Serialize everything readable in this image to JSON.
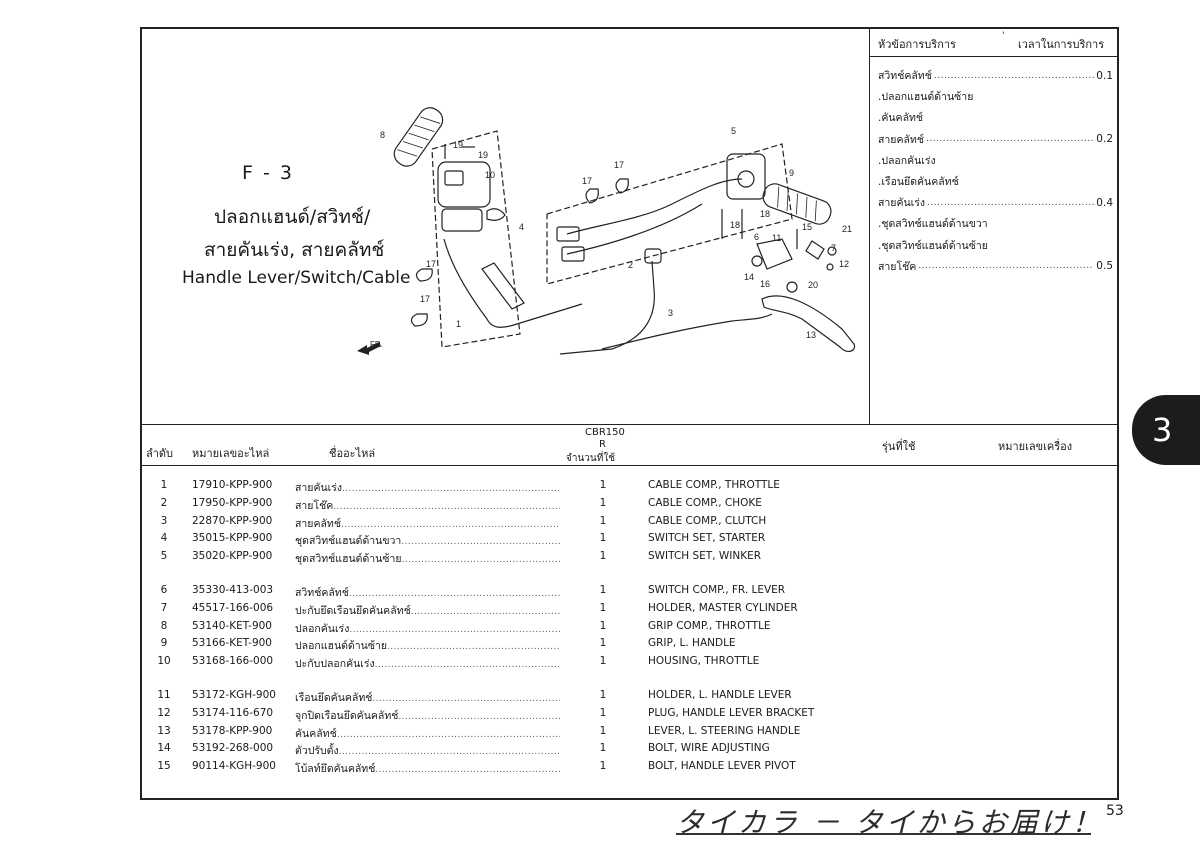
{
  "figure": {
    "code": "F - 3",
    "title_th_1": "ปลอกแฮนด์/สวิทช์/",
    "title_th_2": "สายคันเร่ง, สายคลัทช์",
    "title_en": "Handle Lever/Switch/Cable",
    "fr_label": "FR.",
    "callouts": [
      "1",
      "2",
      "3",
      "4",
      "5",
      "6",
      "7",
      "8",
      "9",
      "10",
      "11",
      "12",
      "13",
      "14",
      "15",
      "16",
      "17",
      "17",
      "17",
      "17",
      "18",
      "18",
      "19",
      "19",
      "20",
      "21"
    ]
  },
  "service": {
    "header_topic": "หัวข้อการบริการ",
    "header_time": "เวลาในการบริการ",
    "header_tick": "'",
    "items": [
      {
        "name": "สวิทช์คลัทช์",
        "time": "0.1"
      },
      {
        "name": ".ปลอกแฮนด์ด้านซ้าย",
        "time": ""
      },
      {
        "name": ".คันคลัทช์",
        "time": ""
      },
      {
        "name": "สายคลัทช์",
        "time": "0.2"
      },
      {
        "name": ".ปลอกคันเร่ง",
        "time": ""
      },
      {
        "name": ".เรือนยึดคันคลัทช์",
        "time": ""
      },
      {
        "name": "สายคันเร่ง",
        "time": "0.4"
      },
      {
        "name": ".ชุดสวิทช์แฮนด์ด้านขวา",
        "time": ""
      },
      {
        "name": ".ชุดสวิทช์แฮนด์ด้านซ้าย",
        "time": ""
      },
      {
        "name": "สายโช๊ค",
        "time": "0.5"
      }
    ]
  },
  "parts_header": {
    "no": "ลำดับ",
    "part_number": "หมายเลขอะไหล่",
    "part_name": "ชื่ออะไหล่",
    "model": "CBR150",
    "model_r": "R",
    "qty": "จำนวนที่ใช้",
    "model_used": "รุ่นที่ใช้",
    "engine_no": "หมายเลขเครื่อง"
  },
  "parts": [
    {
      "no": "1",
      "pn": "17910-KPP-900",
      "th": "สายคันเร่ง",
      "qty": "1",
      "en": "CABLE COMP., THROTTLE"
    },
    {
      "no": "2",
      "pn": "17950-KPP-900",
      "th": "สายโช๊ค",
      "qty": "1",
      "en": "CABLE COMP., CHOKE"
    },
    {
      "no": "3",
      "pn": "22870-KPP-900",
      "th": "สายคลัทช์",
      "qty": "1",
      "en": "CABLE COMP., CLUTCH"
    },
    {
      "no": "4",
      "pn": "35015-KPP-900",
      "th": "ชุดสวิทช์แฮนด์ด้านขวา",
      "qty": "1",
      "en": "SWITCH SET, STARTER"
    },
    {
      "no": "5",
      "pn": "35020-KPP-900",
      "th": "ชุดสวิทช์แฮนด์ด้านซ้าย",
      "qty": "1",
      "en": "SWITCH SET, WINKER"
    },
    {
      "no": "6",
      "pn": "35330-413-003",
      "th": "สวิทช์คลัทช์",
      "qty": "1",
      "en": "SWITCH COMP., FR. LEVER"
    },
    {
      "no": "7",
      "pn": "45517-166-006",
      "th": "ปะกับยึดเรือนยึดคันคลัทช์",
      "qty": "1",
      "en": "HOLDER, MASTER CYLINDER"
    },
    {
      "no": "8",
      "pn": "53140-KET-900",
      "th": "ปลอกคันเร่ง",
      "qty": "1",
      "en": "GRIP COMP., THROTTLE"
    },
    {
      "no": "9",
      "pn": "53166-KET-900",
      "th": "ปลอกแฮนด์ด้านซ้าย",
      "qty": "1",
      "en": "GRIP, L. HANDLE"
    },
    {
      "no": "10",
      "pn": "53168-166-000",
      "th": "ปะกับปลอกคันเร่ง",
      "qty": "1",
      "en": "HOUSING, THROTTLE"
    },
    {
      "no": "11",
      "pn": "53172-KGH-900",
      "th": "เรือนยึดคันคลัทช์",
      "qty": "1",
      "en": "HOLDER, L. HANDLE LEVER"
    },
    {
      "no": "12",
      "pn": "53174-116-670",
      "th": "จุกปิดเรือนยึดคันคลัทช์",
      "qty": "1",
      "en": "PLUG, HANDLE LEVER BRACKET"
    },
    {
      "no": "13",
      "pn": "53178-KPP-900",
      "th": "คันคลัทช์",
      "qty": "1",
      "en": "LEVER, L. STEERING HANDLE"
    },
    {
      "no": "14",
      "pn": "53192-268-000",
      "th": "ตัวปรับตั้ง",
      "qty": "1",
      "en": "BOLT, WIRE ADJUSTING"
    },
    {
      "no": "15",
      "pn": "90114-KGH-900",
      "th": "โบ้ลท์ยึดคันคลัทช์",
      "qty": "1",
      "en": "BOLT, HANDLE LEVER PIVOT"
    }
  ],
  "tab_number": "3",
  "footer_jp": "タイカラ － タイからお届け！",
  "page_number": "53"
}
